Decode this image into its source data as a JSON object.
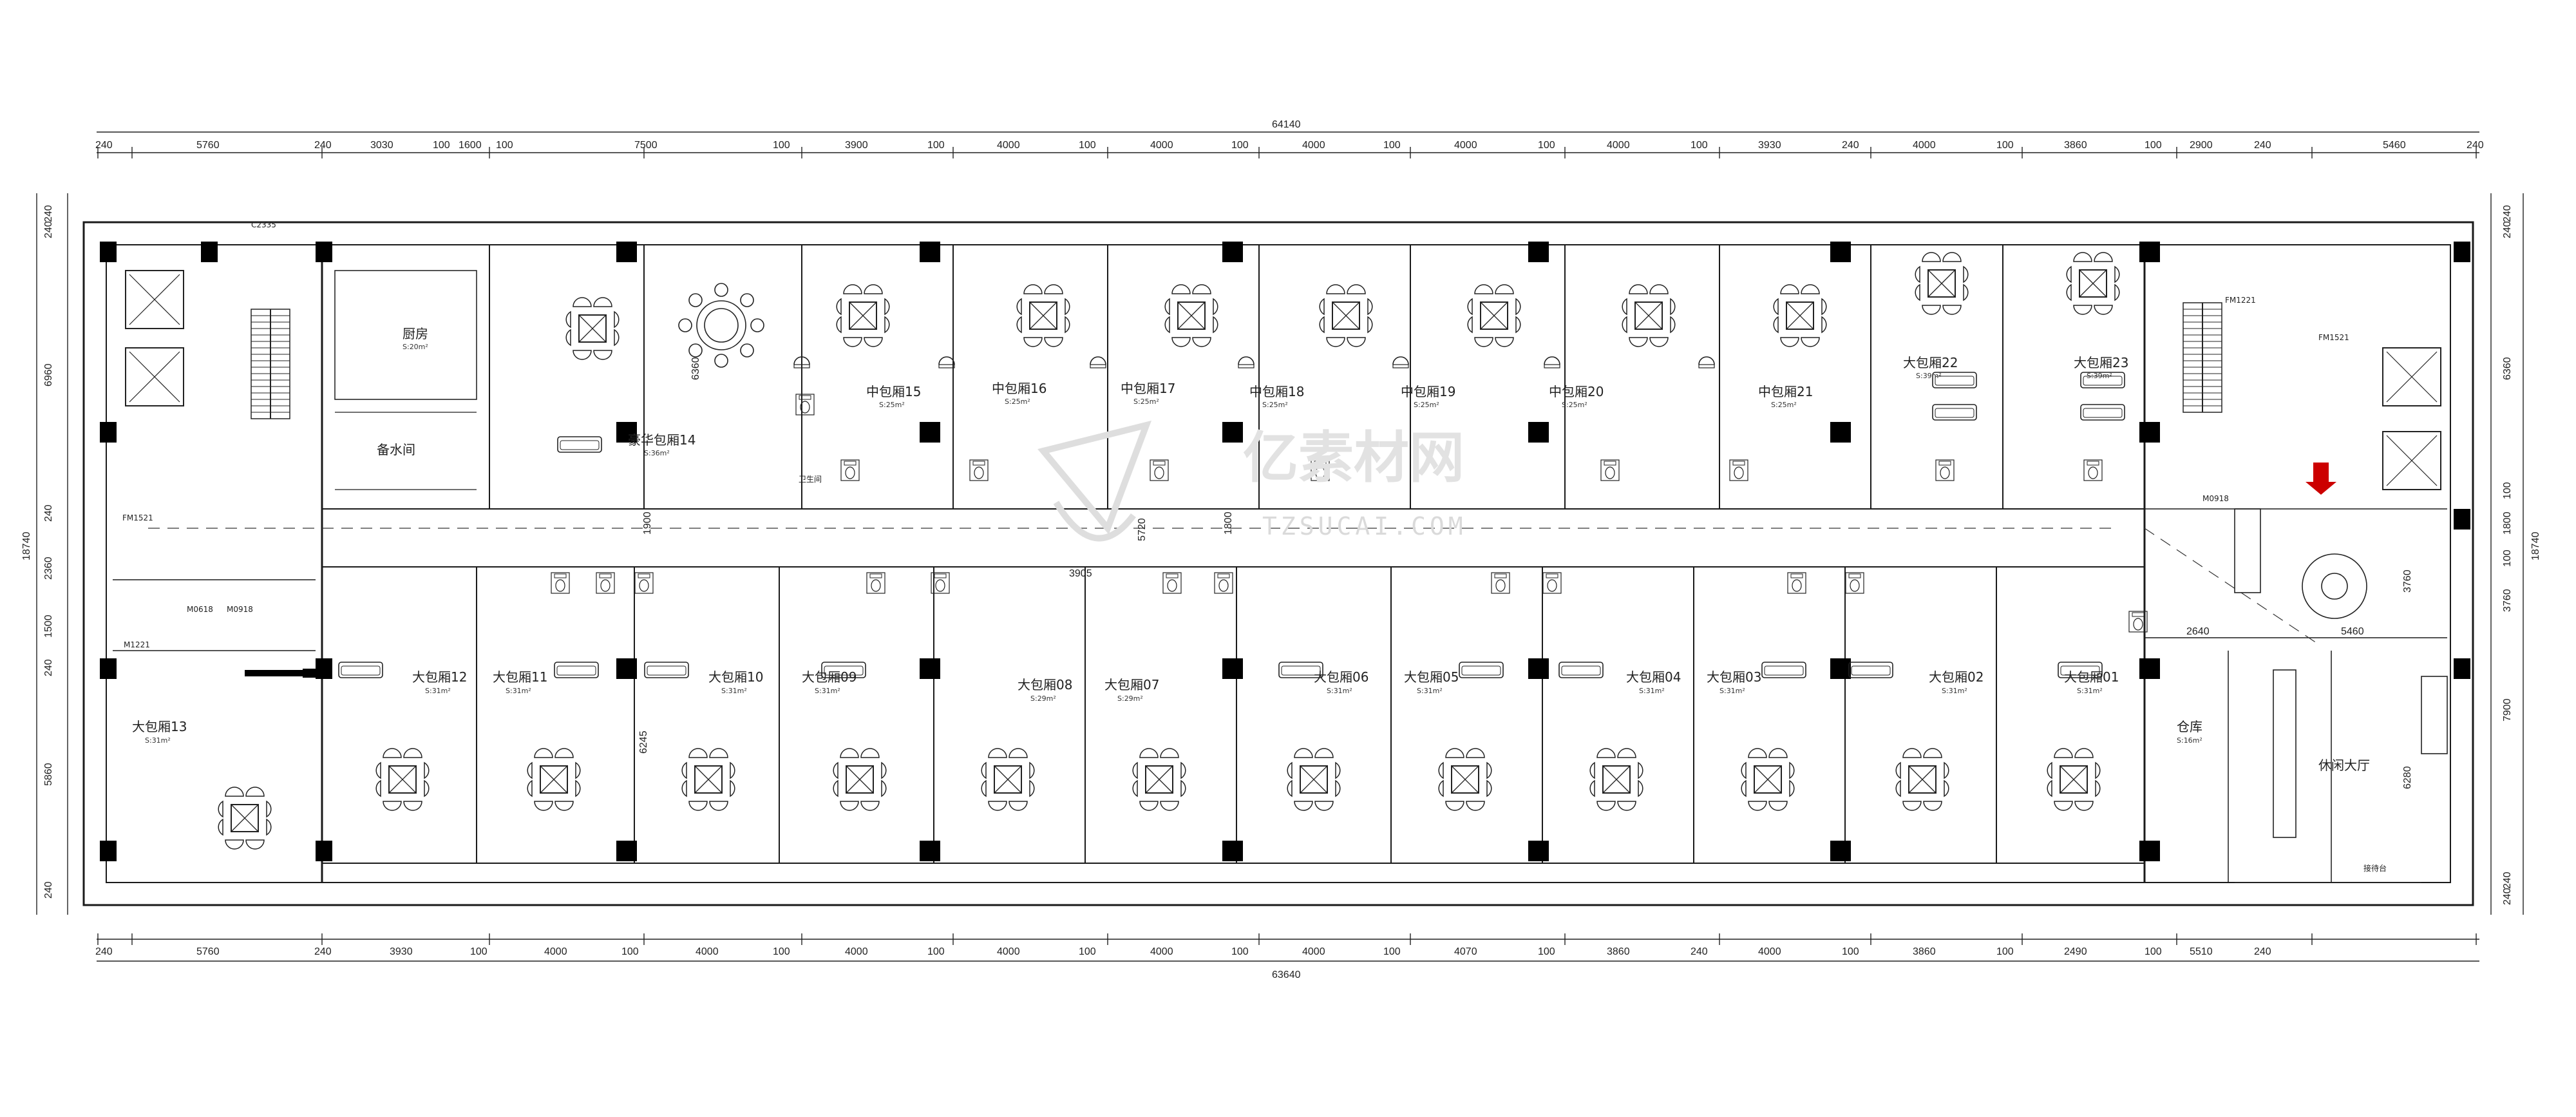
{
  "overall": {
    "top_total": "64140",
    "bottom_total": "63640",
    "left_total": "18740",
    "right_total": "18740"
  },
  "dims_top": [
    "240",
    "5760",
    "240",
    "3030",
    "100",
    "1600",
    "100",
    "7500",
    "100",
    "3900",
    "100",
    "4000",
    "100",
    "4000",
    "100",
    "4000",
    "100",
    "4000",
    "100",
    "4000",
    "100",
    "3930",
    "240",
    "4000",
    "100",
    "3860",
    "100",
    "2900",
    "240",
    "5460",
    "240"
  ],
  "dims_bottom": [
    "240",
    "5760",
    "240",
    "3930",
    "100",
    "4000",
    "100",
    "4000",
    "100",
    "4000",
    "100",
    "4000",
    "100",
    "4000",
    "100",
    "4000",
    "100",
    "4070",
    "100",
    "3860",
    "240",
    "4000",
    "100",
    "3860",
    "100",
    "2490",
    "100",
    "5510",
    "240"
  ],
  "dims_left": [
    "240",
    "240",
    "6960",
    "240",
    "2360",
    "1500",
    "240",
    "5860",
    "240"
  ],
  "dims_right": [
    "240",
    "240",
    "6360",
    "100",
    "1800",
    "100",
    "3760",
    "7900",
    "240",
    "240"
  ],
  "interior_dims": [
    "6360",
    "1900",
    "5720",
    "1800",
    "3905",
    "6245",
    "2640",
    "5460",
    "3760",
    "6280"
  ],
  "rooms_top": [
    {
      "name": "中包厢15",
      "area": "S:25m²"
    },
    {
      "name": "中包厢16",
      "area": "S:25m²"
    },
    {
      "name": "中包厢17",
      "area": "S:25m²"
    },
    {
      "name": "中包厢18",
      "area": "S:25m²"
    },
    {
      "name": "中包厢19",
      "area": "S:25m²"
    },
    {
      "name": "中包厢20",
      "area": "S:25m²"
    },
    {
      "name": "中包厢21",
      "area": "S:25m²"
    }
  ],
  "rooms_top_large": [
    {
      "name": "大包厢22",
      "area": "S:39m²"
    },
    {
      "name": "大包厢23",
      "area": "S:39m²"
    }
  ],
  "luxury_room": {
    "name": "豪华包厢14",
    "area": "S:36m²"
  },
  "kitchen": {
    "name": "厨房",
    "area": "S:20m²"
  },
  "tea_room": {
    "name": "备水间"
  },
  "rooms_bottom": [
    {
      "name": "大包厢12",
      "area": "S:31m²"
    },
    {
      "name": "大包厢11",
      "area": "S:31m²"
    },
    {
      "name": "大包厢10",
      "area": "S:31m²"
    },
    {
      "name": "大包厢09",
      "area": "S:31m²"
    },
    {
      "name": "大包厢08",
      "area": "S:29m²"
    },
    {
      "name": "大包厢07",
      "area": "S:29m²"
    },
    {
      "name": "大包厢06",
      "area": "S:31m²"
    },
    {
      "name": "大包厢05",
      "area": "S:31m²"
    },
    {
      "name": "大包厢04",
      "area": "S:31m²"
    },
    {
      "name": "大包厢03",
      "area": "S:31m²"
    },
    {
      "name": "大包厢02",
      "area": "S:31m²"
    },
    {
      "name": "大包厢01",
      "area": "S:31m²"
    }
  ],
  "room_13": {
    "name": "大包厢13",
    "area": "S:31m²"
  },
  "storage": {
    "name": "仓库",
    "area": "S:16m²"
  },
  "lobby": {
    "name": "休闲大厅"
  },
  "reception": {
    "name": "接待台"
  },
  "bathroom_label": "卫生间",
  "door_tags": {
    "c2335": "C2335",
    "fm1521_left": "FM1521",
    "fm1521_right": "FM1521",
    "m0618": "M0618",
    "m0918_left": "M0918",
    "m0918_right": "M0918",
    "m1221": "M1221",
    "fm1221": "FM1221"
  },
  "watermark": {
    "cn": "亿素材网",
    "en": "TZSUCAI.COM"
  },
  "colors": {
    "line": "#1a1a1a",
    "fill": "#000000",
    "arrow": "#cc0000",
    "watermark": "#dddddd"
  }
}
